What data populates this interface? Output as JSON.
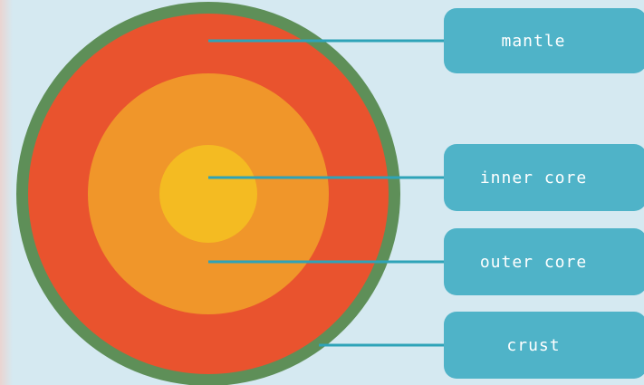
{
  "labels": {
    "mantle": "mantle",
    "inner_core": "inner core",
    "outer_core": "outer core",
    "crust": "crust"
  },
  "colors": {
    "background": "#d5e9f1",
    "crust": "#5e8f58",
    "mantle": "#e9532e",
    "outer_core": "#f0962a",
    "inner_core": "#f4bb22",
    "label_box": "#4fb3c8",
    "leader_line": "#2ea3b8",
    "label_text": "#ffffff"
  }
}
